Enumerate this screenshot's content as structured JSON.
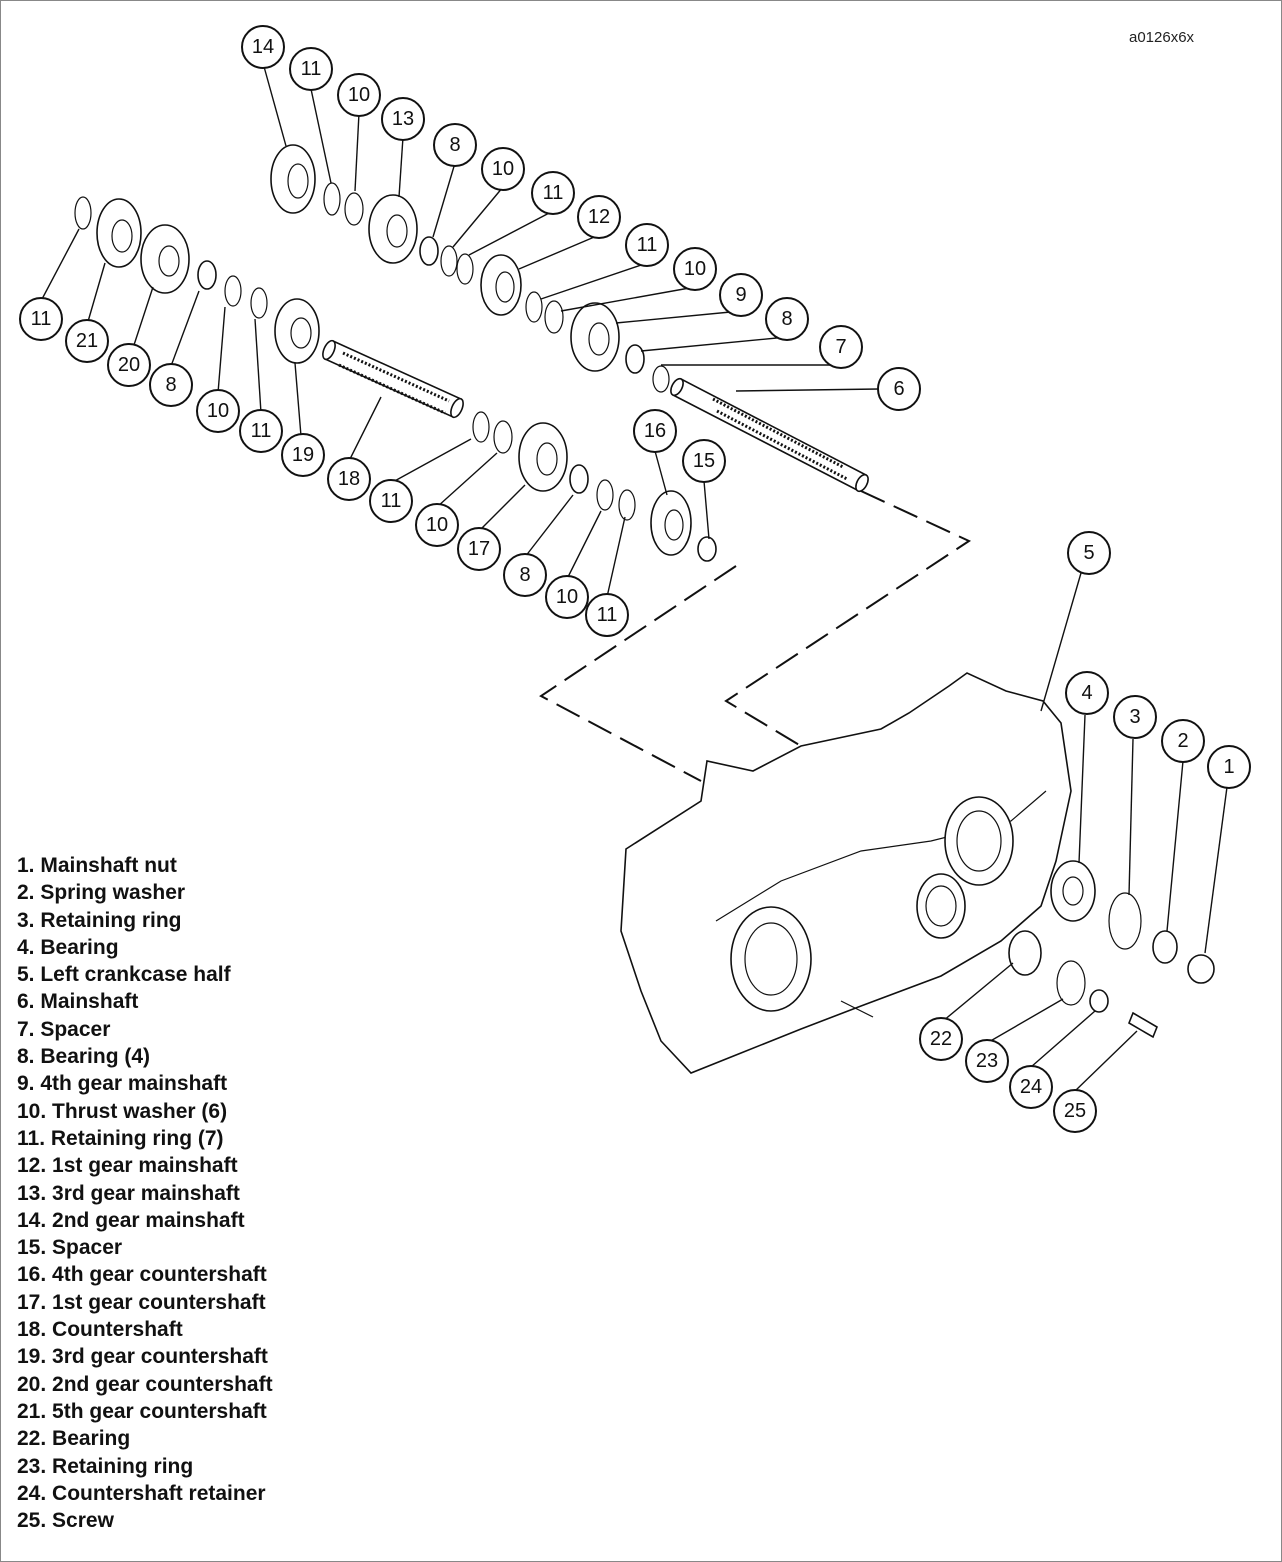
{
  "figure_id": "a0126x6x",
  "legend": [
    "1. Mainshaft nut",
    "2. Spring washer",
    "3. Retaining ring",
    "4. Bearing",
    "5. Left crankcase half",
    "6. Mainshaft",
    "7. Spacer",
    "8. Bearing (4)",
    "9. 4th gear mainshaft",
    "10. Thrust washer (6)",
    "11. Retaining ring (7)",
    "12. 1st gear mainshaft",
    "13. 3rd gear mainshaft",
    "14. 2nd gear mainshaft",
    "15. Spacer",
    "16. 4th gear countershaft",
    "17. 1st gear countershaft",
    "18. Countershaft",
    "19. 3rd gear countershaft",
    "20. 2nd gear countershaft",
    "21. 5th gear countershaft",
    "22. Bearing",
    "23. Retaining ring",
    "24. Countershaft retainer",
    "25. Screw"
  ],
  "callouts": [
    "14",
    "11",
    "10",
    "13",
    "8",
    "10",
    "11",
    "12",
    "11",
    "10",
    "9",
    "8",
    "7",
    "6",
    "11",
    "21",
    "20",
    "8",
    "10",
    "11",
    "19",
    "18",
    "11",
    "10",
    "17",
    "16",
    "15",
    "8",
    "10",
    "11",
    "5",
    "4",
    "3",
    "2",
    "1",
    "22",
    "23",
    "24",
    "25"
  ]
}
